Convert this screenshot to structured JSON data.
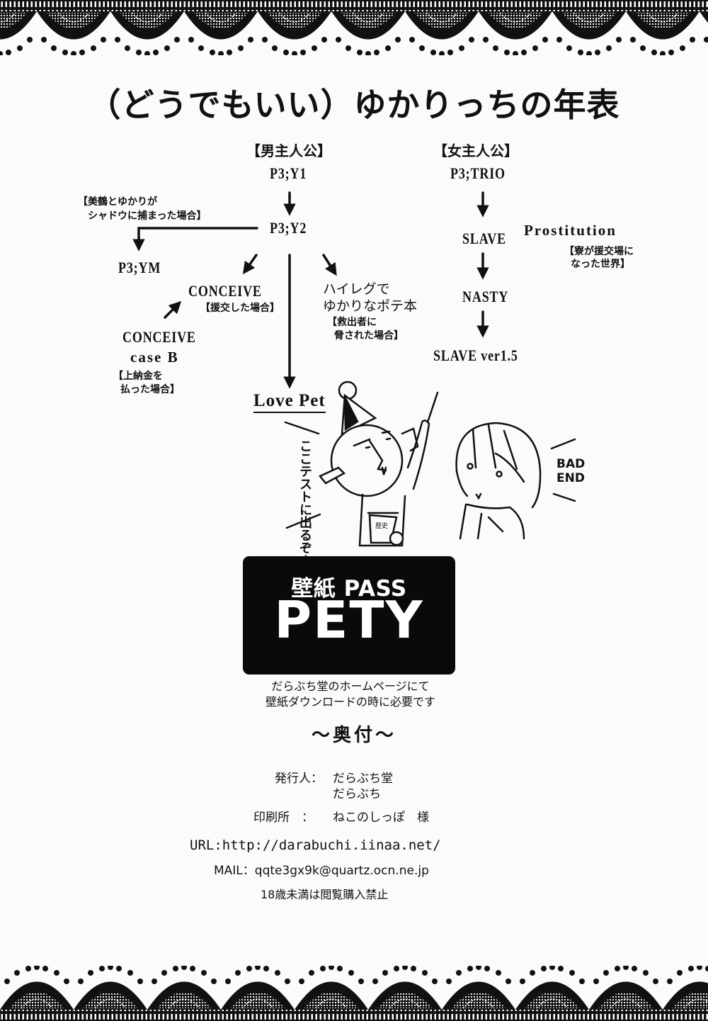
{
  "page": {
    "title": "（どうでもいい）ゆかりっちの年表"
  },
  "timeline": {
    "male_column": {
      "header": "【男主人公】",
      "nodes": {
        "y1": "P3;Y1",
        "y2": "P3;Y2",
        "ym": "P3;YM",
        "conceive": "CONCEIVE",
        "conceive_b_line1": "CONCEIVE",
        "conceive_b_line2": "case B",
        "highleg_line1": "ハイレグで",
        "highleg_line2": "ゆかりなポテ本",
        "love_pet": "Love Pet"
      },
      "notes": {
        "ym_line1": "【美鶴とゆかりが",
        "ym_line2": "シャドウに捕まった場合】",
        "conceive": "【援交した場合】",
        "conceive_b_line1": "【上納金を",
        "conceive_b_line2": "払った場合】",
        "highleg_line1": "【救出者に",
        "highleg_line2": "脅された場合】"
      }
    },
    "female_column": {
      "header": "【女主人公】",
      "nodes": {
        "trio": "P3;TRIO",
        "slave": "SLAVE",
        "nasty": "NASTY",
        "slave_15": "SLAVE ver1.5",
        "prostitution": "Prostitution"
      },
      "notes": {
        "prostitution_line1": "【寮が援交場に",
        "prostitution_line2": "なった世界】"
      }
    }
  },
  "illustration": {
    "speech_left": "ここテストに出るぞー",
    "book_label": "歴史",
    "speech_right_line1": "BAD",
    "speech_right_line2": "END"
  },
  "wallpaper_pass": {
    "label": "壁紙 PASS",
    "code": "PETY",
    "note_line1": "だらぶち堂のホームページにて",
    "note_line2": "壁紙ダウンロードの時に必要です"
  },
  "colophon": {
    "heading": "～奥付～",
    "publisher_label": "発行人：",
    "publisher_line1": "だらぶち堂",
    "publisher_line2": "だらぶち",
    "printer_label": "印刷所　：",
    "printer_value": "ねこのしっぽ　様",
    "url": "URL:http://darabuchi.iinaa.net/",
    "mail": "MAIL：qqte3gx9k@quartz.ocn.ne.jp",
    "age_notice": "18歳未満は閲覧購入禁止"
  },
  "colors": {
    "ink": "#111111",
    "paper": "#fbfbfb",
    "pass_box": "#0a0a0a",
    "pass_text": "#ffffff"
  }
}
